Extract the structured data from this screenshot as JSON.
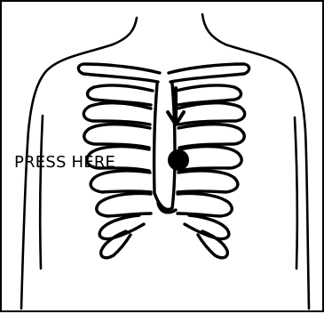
{
  "figure": {
    "label": "PRESS HERE",
    "ink_color": "#000000",
    "paper_color": "#ffffff",
    "icons": [
      "torso-outline",
      "rib-cage",
      "down-arrow",
      "press-point-dot"
    ]
  }
}
